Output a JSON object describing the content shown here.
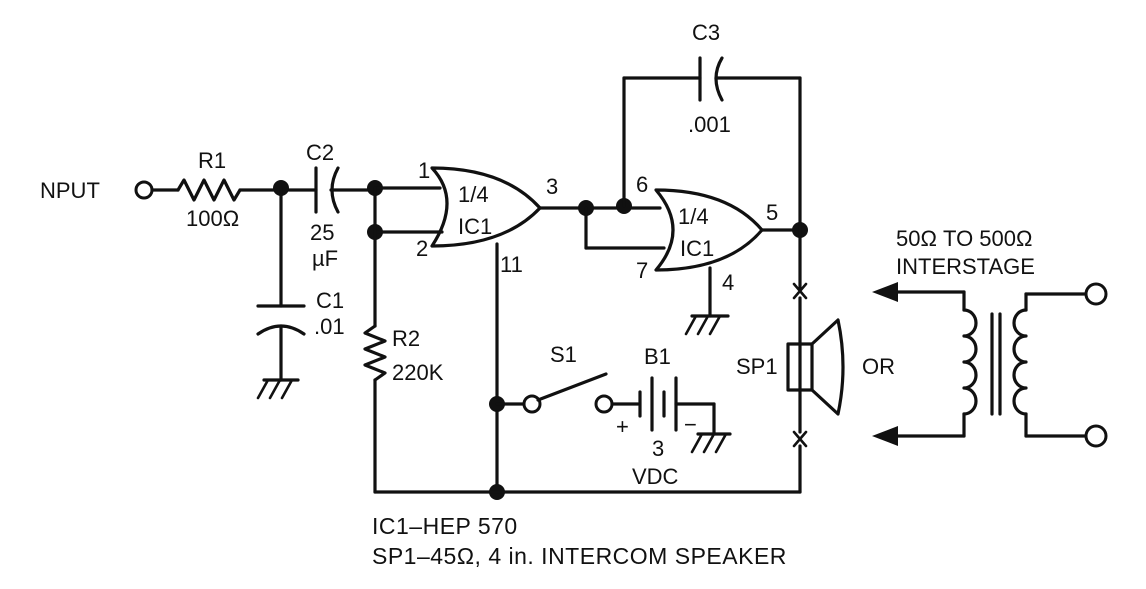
{
  "input_label": "NPUT",
  "r1": {
    "ref": "R1",
    "value": "100Ω"
  },
  "c2": {
    "ref": "C2",
    "value_line1": "25",
    "value_line2": "µF"
  },
  "c1": {
    "ref": "C1",
    "value": ".01"
  },
  "r2": {
    "ref": "R2",
    "value": "220K"
  },
  "c3": {
    "ref": "C3",
    "value": ".001"
  },
  "gate1": {
    "line1": "1/4",
    "line2": "IC1",
    "pins": {
      "in_a": "1",
      "in_b": "2",
      "out": "3",
      "supply": "11"
    }
  },
  "gate2": {
    "line1": "1/4",
    "line2": "IC1",
    "pins": {
      "in_a": "6",
      "in_b": "7",
      "out": "5",
      "gnd": "4"
    }
  },
  "s1": {
    "ref": "S1"
  },
  "b1": {
    "ref": "B1",
    "plus": "+",
    "minus": "−",
    "volt_line1": "3",
    "volt_line2": "VDC"
  },
  "sp1": {
    "ref": "SP1"
  },
  "or_label": "OR",
  "transformer": {
    "line1": "50Ω  TO 500Ω",
    "line2": "INTERSTAGE"
  },
  "notes": [
    "IC1–HEP 570",
    "SP1–45Ω, 4 in. INTERCOM SPEAKER"
  ]
}
